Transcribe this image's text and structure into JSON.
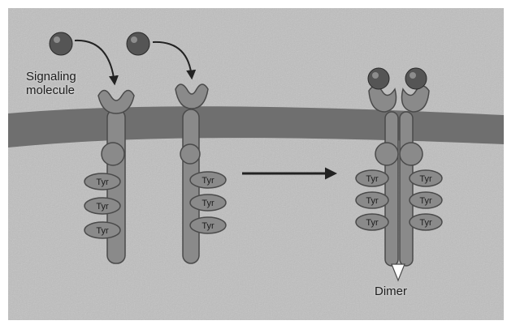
{
  "labels": {
    "signaling_molecule_line1": "Signaling",
    "signaling_molecule_line2": "molecule",
    "dimer": "Dimer",
    "tyr": "Tyr"
  },
  "colors": {
    "background": "#c4c4c4",
    "membrane": "#6e6e6e",
    "receptor": "#8a8a8a",
    "receptor_outline": "#4a4a4a",
    "ligand": "#555555",
    "arrow": "#222222"
  },
  "icons": {
    "ligand": "signaling-molecule-ball",
    "transition": "right-arrow"
  }
}
